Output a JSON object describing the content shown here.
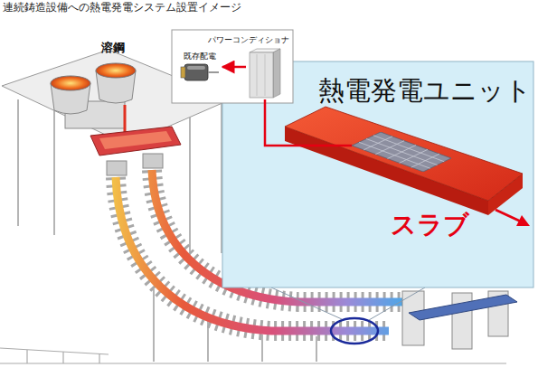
{
  "diagram": {
    "title": "連続鋳造設備への熱電発電システム設置イメージ",
    "nodes": [
      {
        "text": [
          "パワーコンディショナ"
        ]
      },
      {
        "text": [
          "既存配電"
        ]
      },
      {
        "text": [
          "熱電発電ユニット"
        ]
      }
    ],
    "edges": [
      {
        "from": 0,
        "to": 1,
        "arrow": "to"
      },
      {
        "from": 2,
        "to": 0,
        "arrow": "none"
      }
    ],
    "labels": [
      "溶鋼",
      "スラブ"
    ]
  }
}
